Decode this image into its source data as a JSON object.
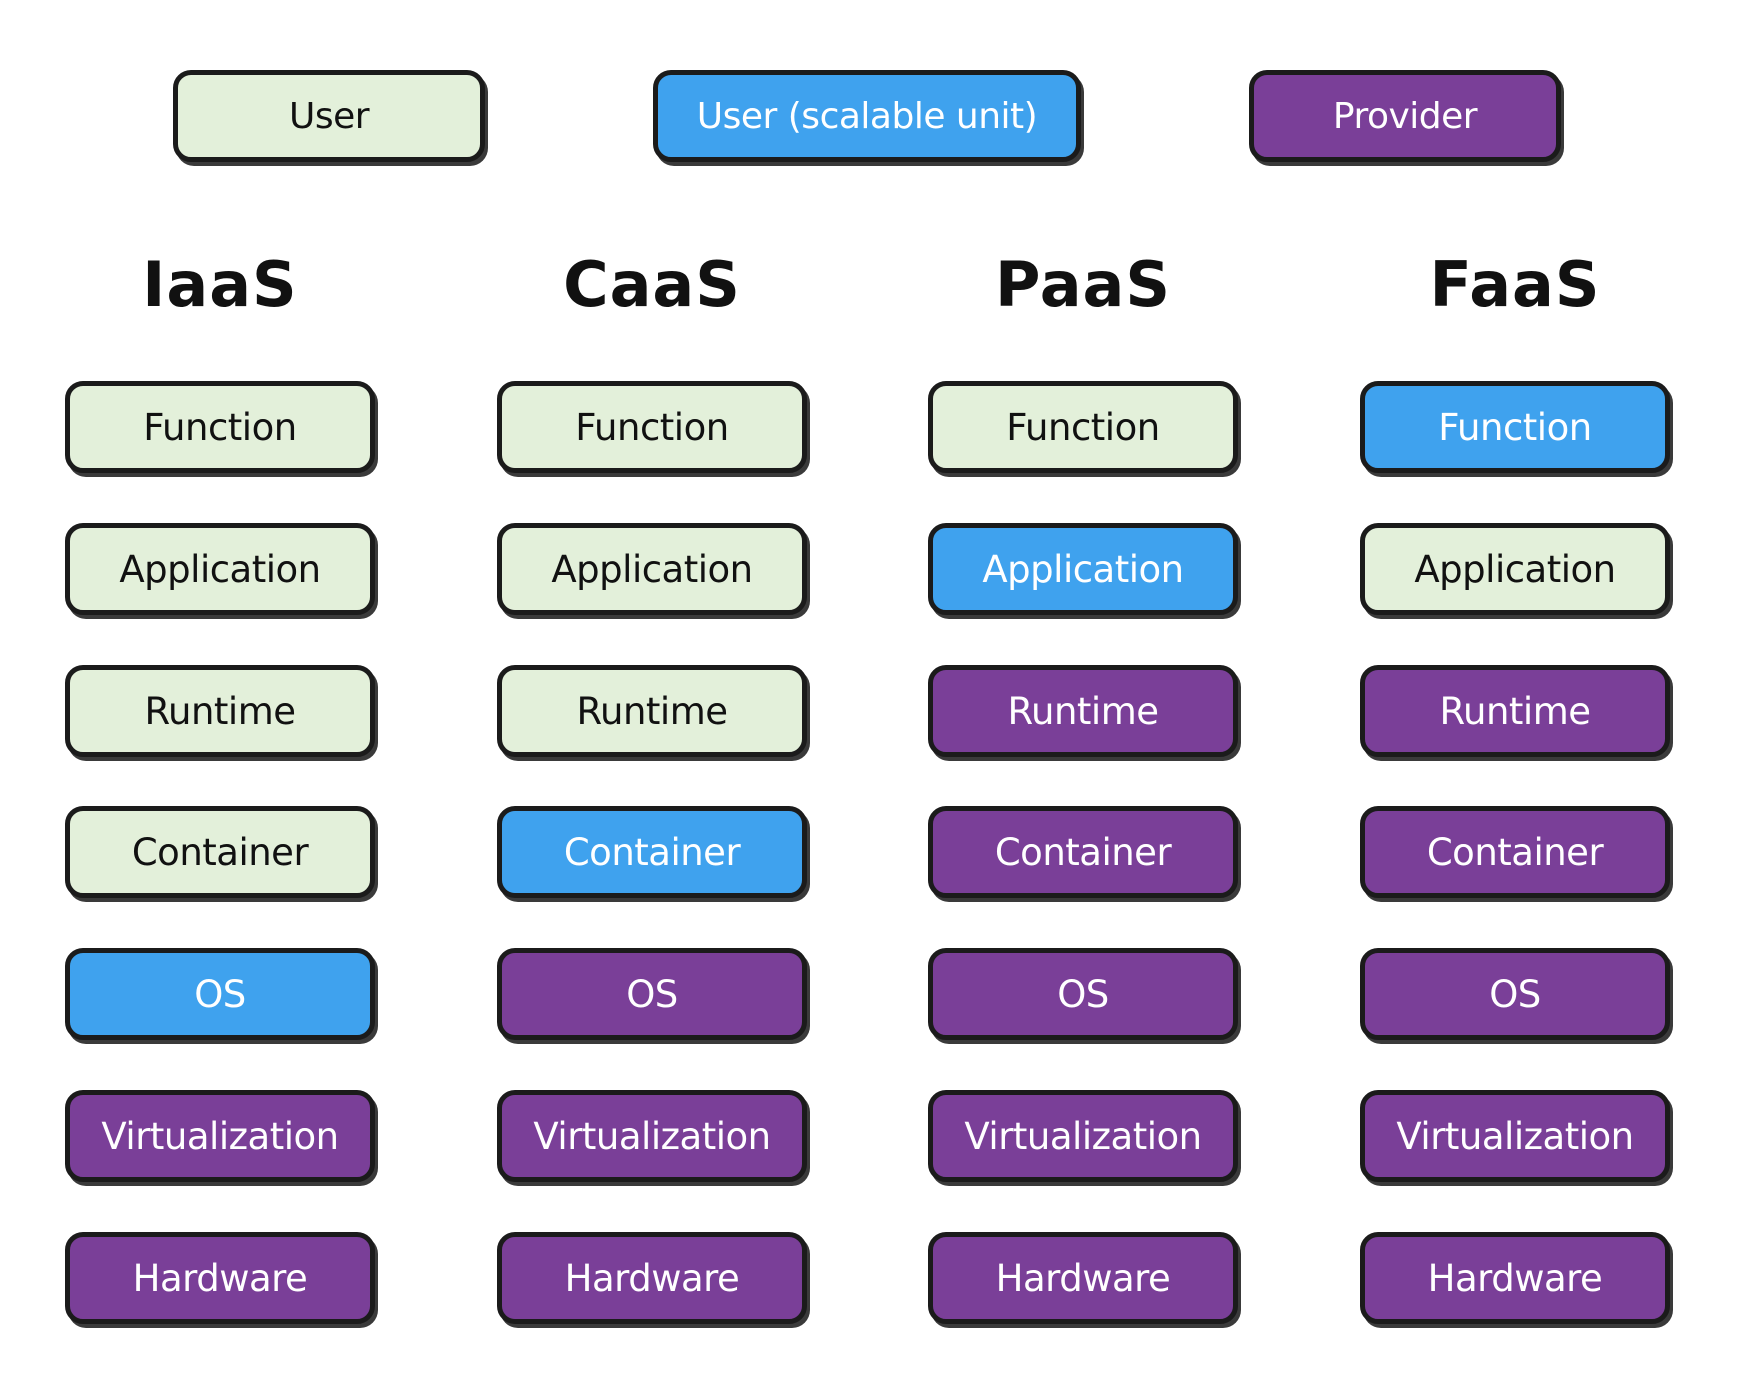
{
  "legend": [
    {
      "label": "User",
      "kind": "user"
    },
    {
      "label": "User (scalable unit)",
      "kind": "scalable"
    },
    {
      "label": "Provider",
      "kind": "provider"
    }
  ],
  "colors": {
    "user": "#e3f0da",
    "scalable": "#3fa2ee",
    "provider": "#7a3f98"
  },
  "columns": [
    {
      "title": "IaaS",
      "layers": [
        {
          "label": "Function",
          "kind": "user"
        },
        {
          "label": "Application",
          "kind": "user"
        },
        {
          "label": "Runtime",
          "kind": "user"
        },
        {
          "label": "Container",
          "kind": "user"
        },
        {
          "label": "OS",
          "kind": "scalable"
        },
        {
          "label": "Virtualization",
          "kind": "provider"
        },
        {
          "label": "Hardware",
          "kind": "provider"
        }
      ]
    },
    {
      "title": "CaaS",
      "layers": [
        {
          "label": "Function",
          "kind": "user"
        },
        {
          "label": "Application",
          "kind": "user"
        },
        {
          "label": "Runtime",
          "kind": "user"
        },
        {
          "label": "Container",
          "kind": "scalable"
        },
        {
          "label": "OS",
          "kind": "provider"
        },
        {
          "label": "Virtualization",
          "kind": "provider"
        },
        {
          "label": "Hardware",
          "kind": "provider"
        }
      ]
    },
    {
      "title": "PaaS",
      "layers": [
        {
          "label": "Function",
          "kind": "user"
        },
        {
          "label": "Application",
          "kind": "scalable"
        },
        {
          "label": "Runtime",
          "kind": "provider"
        },
        {
          "label": "Container",
          "kind": "provider"
        },
        {
          "label": "OS",
          "kind": "provider"
        },
        {
          "label": "Virtualization",
          "kind": "provider"
        },
        {
          "label": "Hardware",
          "kind": "provider"
        }
      ]
    },
    {
      "title": "FaaS",
      "layers": [
        {
          "label": "Function",
          "kind": "scalable"
        },
        {
          "label": "Application",
          "kind": "user"
        },
        {
          "label": "Runtime",
          "kind": "provider"
        },
        {
          "label": "Container",
          "kind": "provider"
        },
        {
          "label": "OS",
          "kind": "provider"
        },
        {
          "label": "Virtualization",
          "kind": "provider"
        },
        {
          "label": "Hardware",
          "kind": "provider"
        }
      ]
    }
  ]
}
